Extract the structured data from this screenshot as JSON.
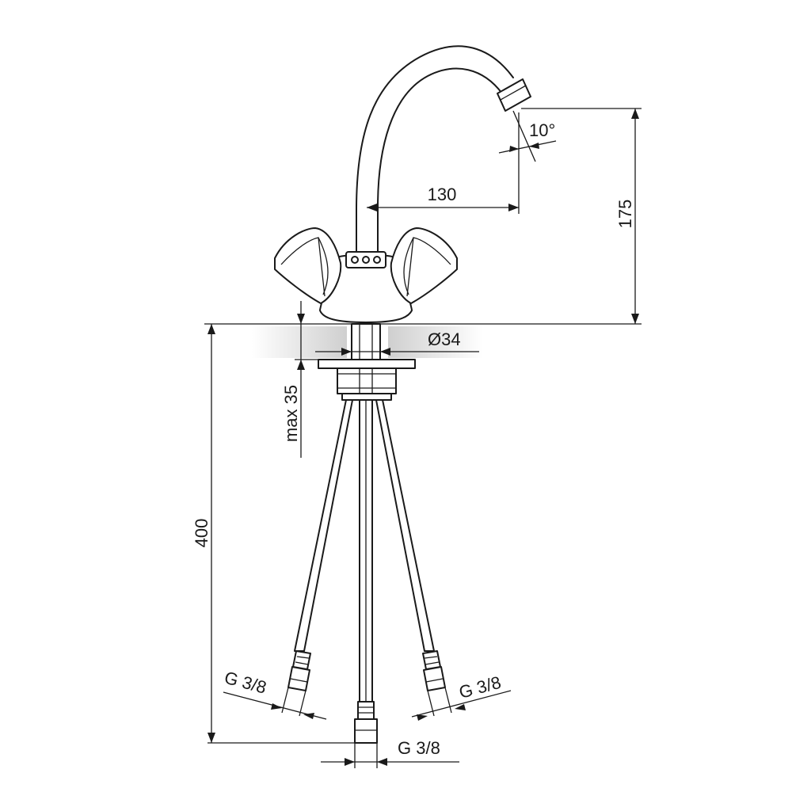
{
  "dimensions": {
    "spout_reach": "130",
    "spout_height": "175",
    "spout_angle": "10°",
    "mount_hole": "Ø34",
    "max_thickness": "max 35",
    "hose_length": "400",
    "thread_left": "G 3/8",
    "thread_right": "G 3/8",
    "thread_center": "G 3/8"
  },
  "colors": {
    "line": "#1a1a1a",
    "counter_shade": "#d9d9d9",
    "background": "#ffffff"
  },
  "icons": {
    "drawing": "faucet-technical-drawing"
  }
}
